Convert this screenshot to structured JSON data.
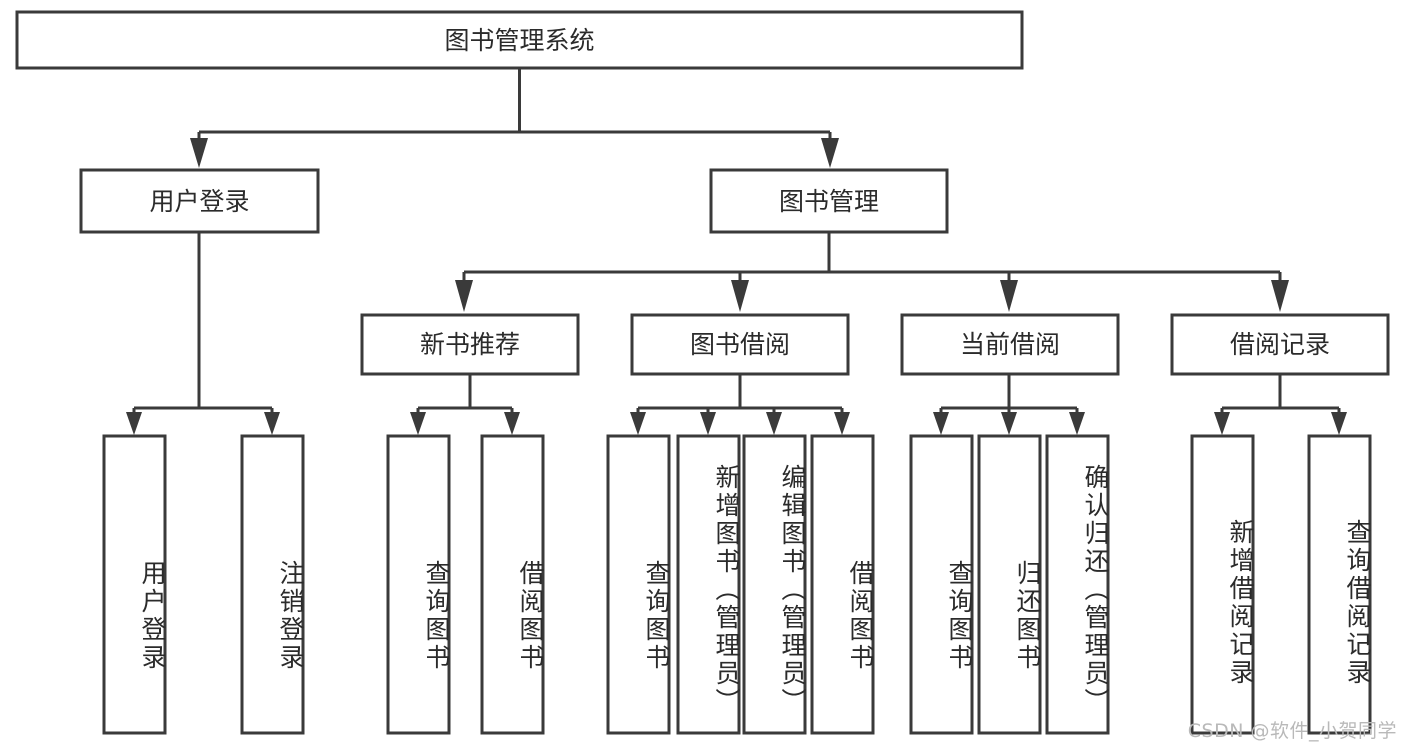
{
  "diagram": {
    "type": "tree",
    "title": "图书管理系统",
    "orientation": "top-down",
    "colors": {
      "box_stroke": "#3a3a3a",
      "box_fill": "#ffffff",
      "text": "#2b2b2b",
      "watermark": "#b9b9b9",
      "background": "#ffffff"
    },
    "root": {
      "label": "图书管理系统"
    },
    "level2": [
      {
        "label": "用户登录"
      },
      {
        "label": "图书管理"
      }
    ],
    "level3": [
      {
        "label": "新书推荐"
      },
      {
        "label": "图书借阅"
      },
      {
        "label": "当前借阅"
      },
      {
        "label": "借阅记录"
      }
    ],
    "leaves": {
      "user_login": [
        {
          "label": "用户登录"
        },
        {
          "label": "注销登录"
        }
      ],
      "new_book_recommend": [
        {
          "label": "查询图书"
        },
        {
          "label": "借阅图书"
        }
      ],
      "book_borrow": [
        {
          "label": "查询图书"
        },
        {
          "label": "新增图书（管理员）"
        },
        {
          "label": "编辑图书（管理员）"
        },
        {
          "label": "借阅图书"
        }
      ],
      "current_borrow": [
        {
          "label": "查询图书"
        },
        {
          "label": "归还图书"
        },
        {
          "label": "确认归还（管理员）"
        }
      ],
      "borrow_record": [
        {
          "label": "新增借阅记录"
        },
        {
          "label": "查询借阅记录"
        }
      ]
    }
  },
  "watermark": {
    "text": "CSDN @软件_小贺同学"
  }
}
